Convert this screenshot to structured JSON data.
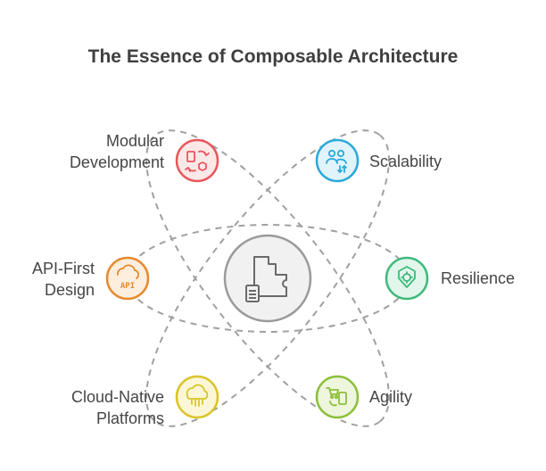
{
  "title": "The Essence of Composable Architecture",
  "center": {
    "icon": "puzzle-document-icon"
  },
  "nodes": [
    {
      "id": "modular",
      "lines": [
        "Modular",
        "Development"
      ],
      "icon": "blocks-arrows-icon",
      "color": "#e8575c",
      "fill": "#fde8e8"
    },
    {
      "id": "scalability",
      "lines": [
        "Scalability"
      ],
      "icon": "users-arrows-icon",
      "color": "#2ba9d9",
      "fill": "#e2f4fb"
    },
    {
      "id": "api",
      "lines": [
        "API-First",
        "Design"
      ],
      "icon": "api-cloud-icon",
      "color": "#e58a2f",
      "fill": "#fdeedd"
    },
    {
      "id": "resilience",
      "lines": [
        "Resilience"
      ],
      "icon": "shield-gear-icon",
      "color": "#3fba7d",
      "fill": "#e2f6ec"
    },
    {
      "id": "cloud",
      "lines": [
        "Cloud-Native",
        "Platforms"
      ],
      "icon": "cloud-circuit-icon",
      "color": "#d9c52a",
      "fill": "#fbf7d6"
    },
    {
      "id": "agility",
      "lines": [
        "Agility"
      ],
      "icon": "cart-phone-icon",
      "color": "#8dbf3a",
      "fill": "#eef6dd"
    }
  ]
}
